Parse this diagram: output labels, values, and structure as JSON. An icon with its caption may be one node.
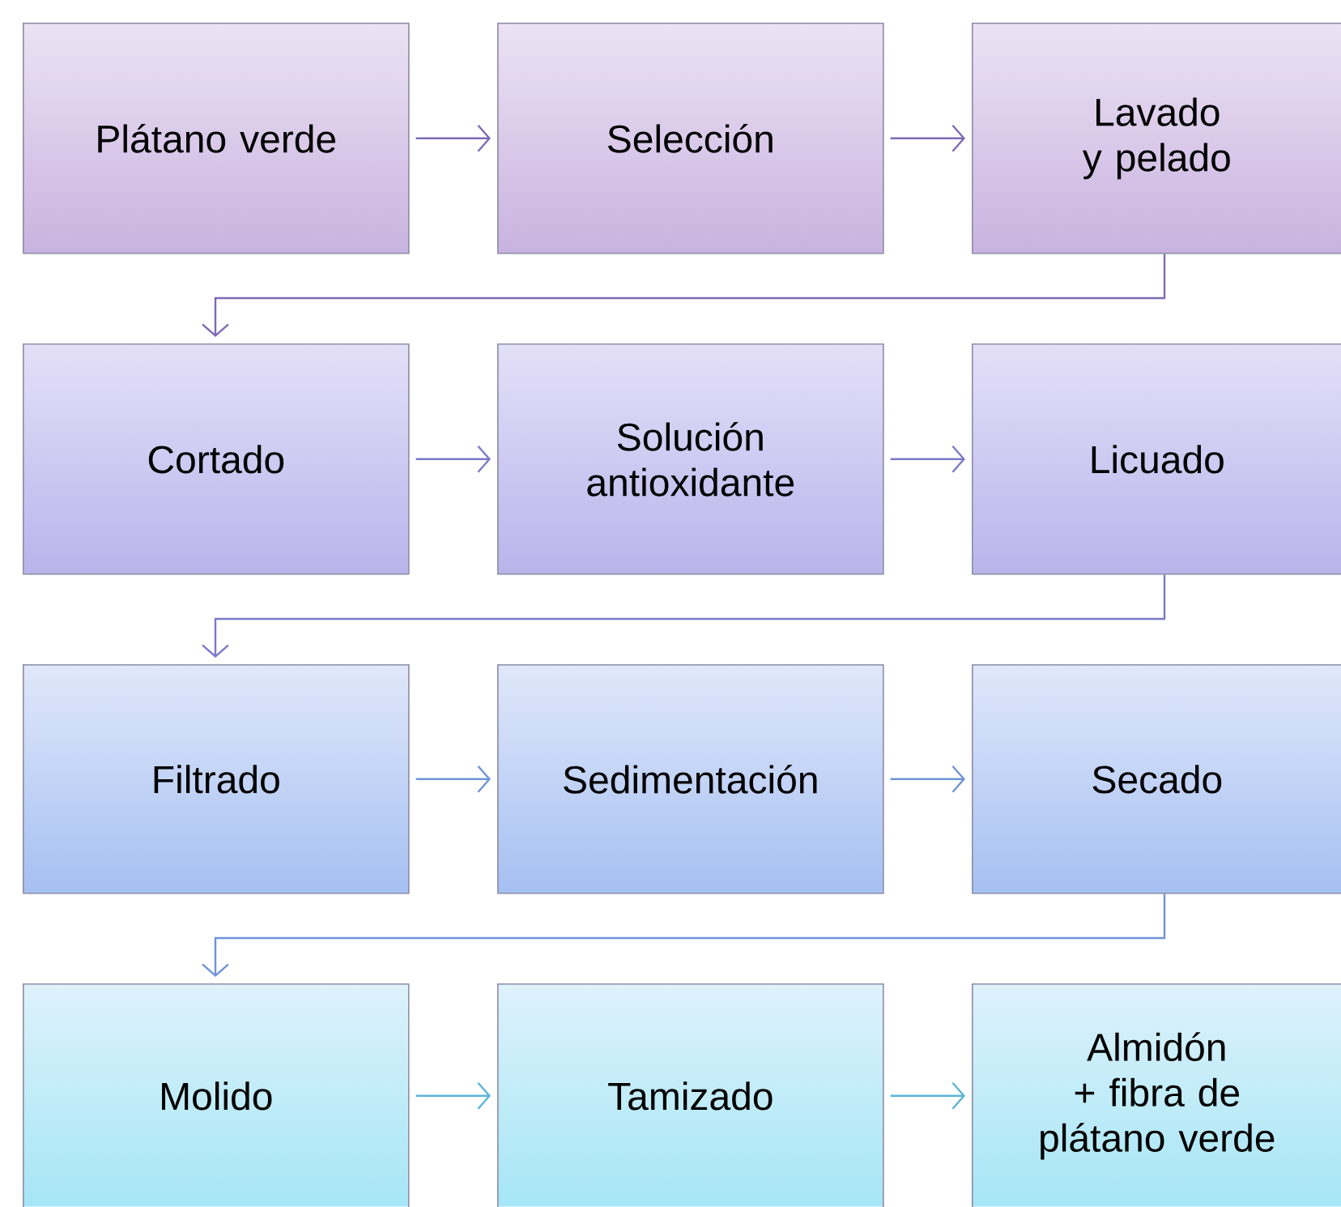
{
  "diagram": {
    "nodes": [
      {
        "text": [
          "Plátano verde"
        ]
      },
      {
        "text": [
          "Selección"
        ]
      },
      {
        "text": [
          "Lavado y pelado"
        ]
      },
      {
        "text": [
          "Cortado"
        ]
      },
      {
        "text": [
          "Solución antioxidante"
        ]
      },
      {
        "text": [
          "Licuado"
        ]
      },
      {
        "text": [
          "Filtrado"
        ]
      },
      {
        "text": [
          "Sedimentación"
        ]
      },
      {
        "text": [
          "Secado"
        ]
      },
      {
        "text": [
          "Molido"
        ]
      },
      {
        "text": [
          "Tamizado"
        ]
      },
      {
        "text": [
          "Almidón + fibra de plátano verde"
        ]
      }
    ],
    "edges": [
      {
        "from": 0,
        "to": 1,
        "arrow": "to"
      },
      {
        "from": 1,
        "to": 2,
        "arrow": "to"
      },
      {
        "from": 2,
        "to": 3,
        "arrow": "to"
      },
      {
        "from": 3,
        "to": 4,
        "arrow": "to"
      },
      {
        "from": 4,
        "to": 5,
        "arrow": "to"
      },
      {
        "from": 5,
        "to": 6,
        "arrow": "to"
      },
      {
        "from": 6,
        "to": 7,
        "arrow": "to"
      },
      {
        "from": 7,
        "to": 8,
        "arrow": "to"
      },
      {
        "from": 8,
        "to": 9,
        "arrow": "to"
      },
      {
        "from": 9,
        "to": 10,
        "arrow": "to"
      },
      {
        "from": 10,
        "to": 11,
        "arrow": "to"
      }
    ]
  }
}
